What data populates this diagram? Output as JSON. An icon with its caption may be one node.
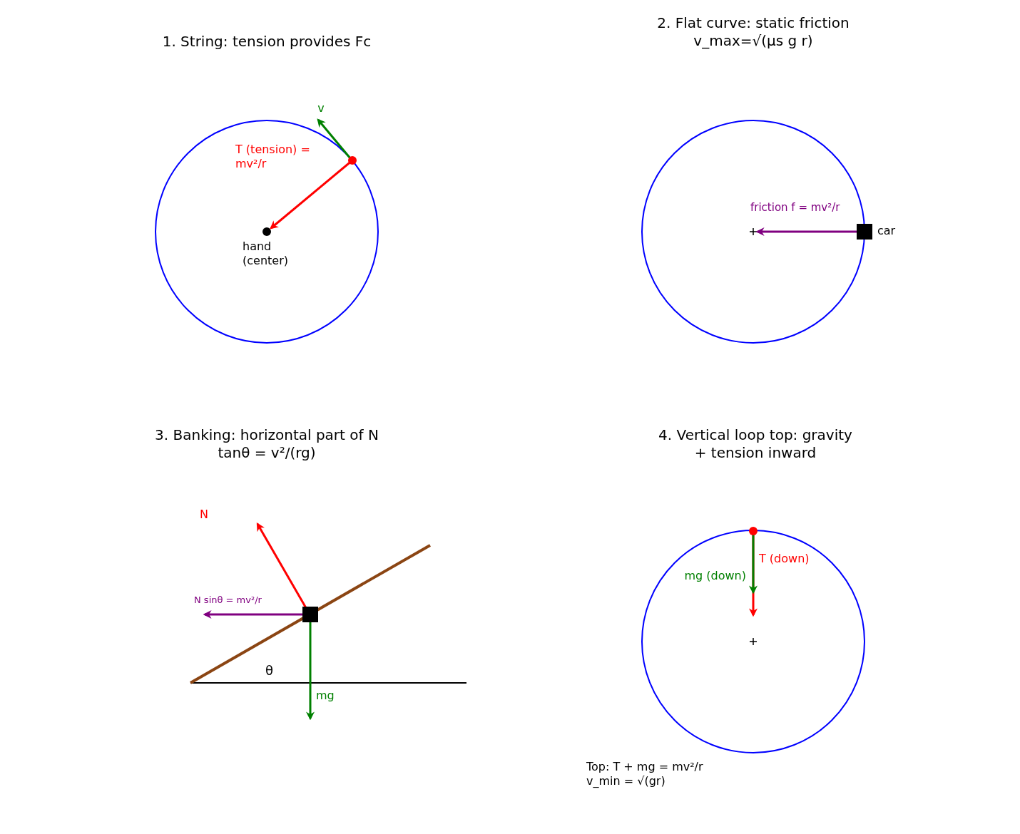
{
  "diagram": {
    "labels": [
      "1. String: tension provides Fc",
      "v",
      "T (tension) = mv²/r",
      "hand (center)",
      "2. Flat curve: static friction v_max=√(μs g r)",
      "friction f = mv²/r",
      "car",
      "3. Banking: horizontal part of N tanθ = v²/(rg)",
      "N",
      "N sinθ = mv²/r",
      "θ",
      "mg",
      "4. Vertical loop top: gravity + tension inward",
      "T (down)",
      "mg (down)",
      "Top: T + mg = mv²/r v_min = √(gr)"
    ]
  }
}
